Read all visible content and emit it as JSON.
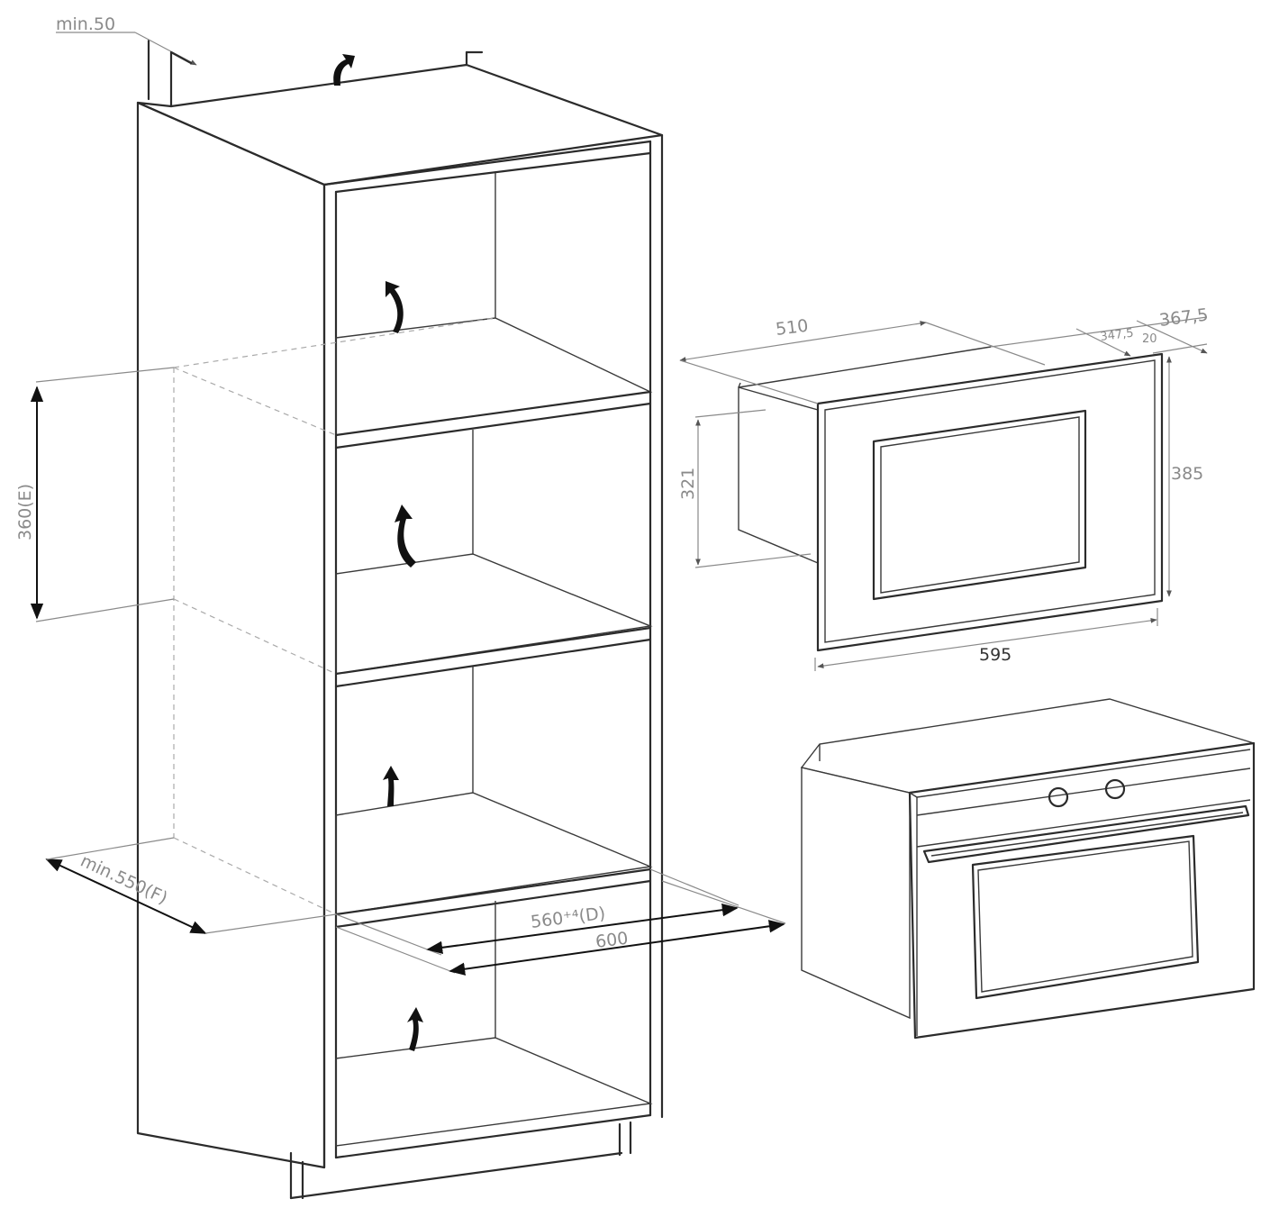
{
  "dimensions": {
    "top_clearance": "min.50",
    "height_e": "360(E)",
    "depth_f": "min.550(F)",
    "opening_d": "560⁺⁴(D)",
    "cabinet_width": "600",
    "oven_depth": "510",
    "panel_overall": "367,5",
    "panel_offset": "347,5",
    "panel_thickness": "20",
    "body_height": "321",
    "front_height": "385",
    "front_width": "595"
  }
}
